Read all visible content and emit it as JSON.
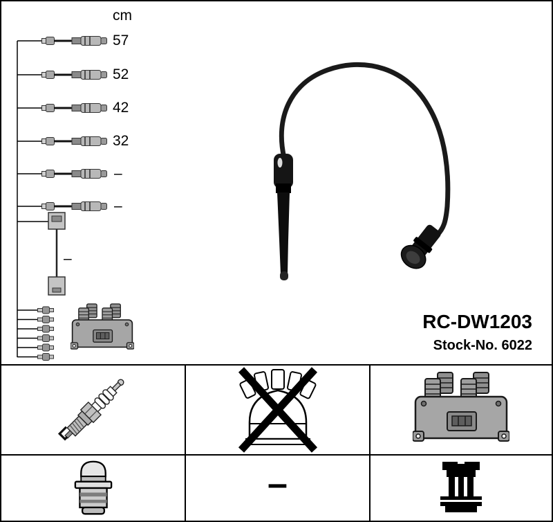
{
  "product": {
    "part_number": "RC-DW1203",
    "stock_number": "Stock-No. 6022"
  },
  "length_diagram": {
    "unit": "cm",
    "cables": [
      {
        "length": "57"
      },
      {
        "length": "52"
      },
      {
        "length": "42"
      },
      {
        "length": "32"
      },
      {
        "length": "–"
      },
      {
        "length": "–"
      }
    ],
    "coil_wire_length": "–"
  },
  "pictogram_grid": {
    "cells": [
      {
        "icon": "spark-plug-icon"
      },
      {
        "icon": "distributor-cap-crossed-out-icon"
      },
      {
        "icon": "ignition-coil-icon"
      },
      {
        "icon": "plug-connector-icon"
      },
      {
        "icon": "dash",
        "label": "–"
      },
      {
        "icon": "coil-terminal-icon"
      }
    ]
  },
  "colors": {
    "background": "#ffffff",
    "line": "#000000",
    "cable_black": "#111111",
    "metal_gray": "#a0a0a0"
  }
}
